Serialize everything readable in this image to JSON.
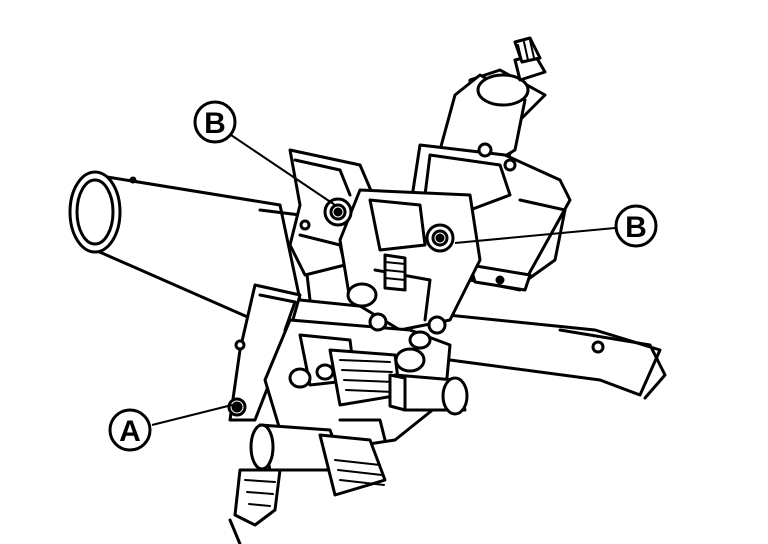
{
  "diagram": {
    "callouts": [
      {
        "id": "callout-b-left",
        "label": "B"
      },
      {
        "id": "callout-b-right",
        "label": "B"
      },
      {
        "id": "callout-a",
        "label": "A"
      }
    ]
  },
  "colors": {
    "ink": "#000000",
    "paper": "#ffffff"
  }
}
